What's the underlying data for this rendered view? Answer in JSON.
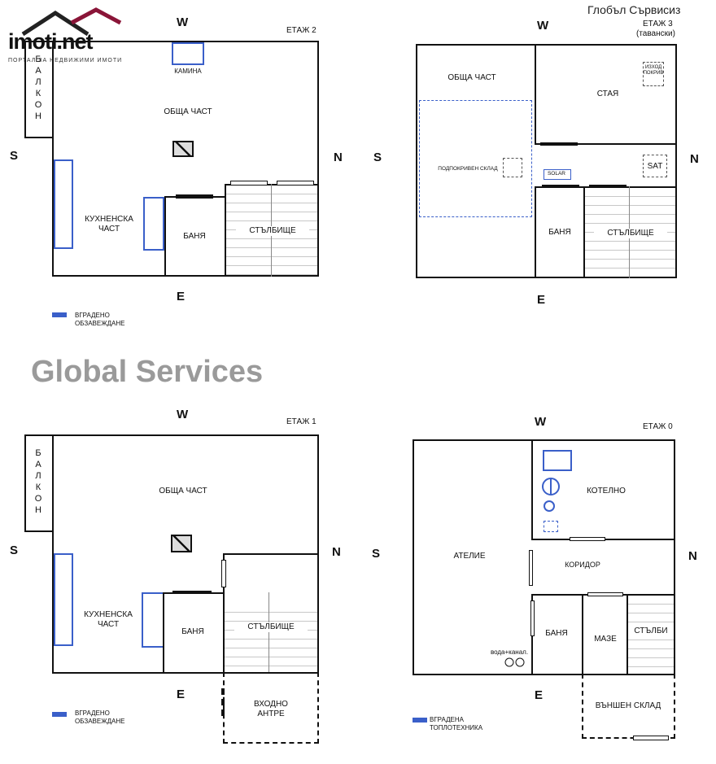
{
  "logo": {
    "name": "imoti.net",
    "tagline": "ПОРТАЛ ЗА НЕДВИЖИМИ ИМОТИ"
  },
  "watermark_top": "Глобъл Сървисиз",
  "watermark_mid": "Global Services",
  "compass": {
    "w": "W",
    "s": "S",
    "n": "N",
    "e": "E"
  },
  "floor2": {
    "title": "ЕТАЖ 2",
    "balcony": "БАЛКОН",
    "fireplace": "КАМИНА",
    "common": "ОБЩА ЧАСТ",
    "kitchen": "КУХНЕНСКА ЧАСТ",
    "bath": "БАНЯ",
    "stairs": "СТЪЛБИЩЕ",
    "legend": "ВГРАДЕНО ОБЗАВЕЖДАНЕ"
  },
  "floor3": {
    "title": "ЕТАЖ 3",
    "subtitle": "(тавански)",
    "common": "ОБЩА ЧАСТ",
    "storage": "ПОДПОКРИВЕН СКЛАД",
    "room": "СТАЯ",
    "roof_exit": "ИЗХОД ПОКРИВ",
    "solar": "SOLAR",
    "sat": "SAT",
    "bath": "БАНЯ",
    "stairs": "СТЪЛБИЩЕ"
  },
  "floor1": {
    "title": "ЕТАЖ 1",
    "balcony": "БАЛКОН",
    "common": "ОБЩА ЧАСТ",
    "kitchen": "КУХНЕНСКА ЧАСТ",
    "bath": "БАНЯ",
    "stairs": "СТЪЛБИЩЕ",
    "entrance": "ВХОДНО АНТРЕ",
    "legend": "ВГРАДЕНО ОБЗАВЕЖДАНЕ"
  },
  "floor0": {
    "title": "ЕТАЖ 0",
    "atelier": "АТЕЛИЕ",
    "boiler": "КОТЕЛНО",
    "corridor": "КОРИДОР",
    "bath": "БАНЯ",
    "cellar": "МАЗЕ",
    "stairs": "СТЪЛБИ",
    "water": "вода+канал.",
    "outer_storage": "ВЪНШЕН СКЛАД",
    "legend": "ВГРАДЕНА ТОПЛОТЕХНИКА"
  },
  "colors": {
    "builtin": "#3a5fc9",
    "wall": "#111111",
    "watermark": "#9a9a9a"
  }
}
